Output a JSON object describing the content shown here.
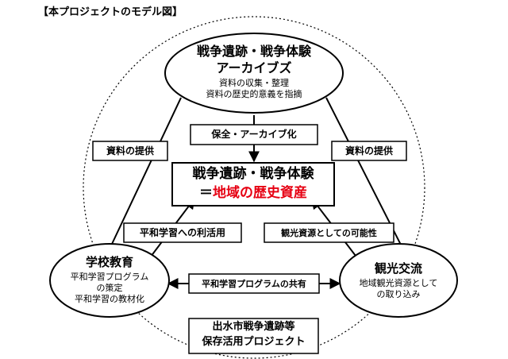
{
  "title": "【本プロジェクトのモデル図】",
  "top_node": {
    "heading_1": "戦争遺跡・戦争体験",
    "heading_2": "アーカイブズ",
    "line_1": "資料の収集・整理",
    "line_2": "資料の歴史的意義を指摘"
  },
  "left_node": {
    "heading": "学校教育",
    "line_1": "平和学習プログラム",
    "line_2": "の策定",
    "line_3": "平和学習の教材化"
  },
  "right_node": {
    "heading": "観光交流",
    "line_1": "地域観光資源として",
    "line_2": "の取り込み"
  },
  "center": {
    "line_1": "戦争遺跡・戦争体験",
    "line_2_prefix": "＝",
    "line_2_highlight": "地域の歴史資産"
  },
  "labels": {
    "preserve": "保全・アーカイブ化",
    "supply_left": "資料の提供",
    "supply_right": "資料の提供",
    "peace_use": "平和学習への利活用",
    "tourism_potential": "観光資源としての可能性",
    "share_program": "平和学習プログラムの共有"
  },
  "bottom_project": {
    "line_1": "出水市戦争遺跡等",
    "line_2": "保存活用プロジェクト"
  },
  "colors": {
    "highlight": "#e60012",
    "line": "#000000"
  }
}
